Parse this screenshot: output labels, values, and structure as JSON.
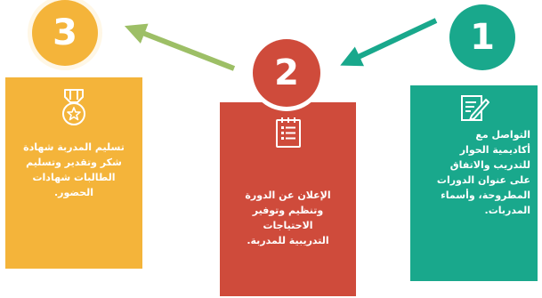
{
  "steps": [
    {
      "number": "1",
      "icon": "edit-document-icon",
      "color": "#19a88c",
      "text": "التواصل مع\nأكاديمية الحوار\nللتدريب والاتفاق\nعلى عنوان الدورات\nالمطروحة، وأسماء\nالمدربات."
    },
    {
      "number": "2",
      "icon": "list-document-icon",
      "color": "#cf4b3b",
      "text": "الإعلان عن الدورة\nوتنظيم وتوفير\nالاحتياجات\nالتدريبية للمدربة."
    },
    {
      "number": "3",
      "icon": "medal-icon",
      "color": "#f4b43a",
      "text": "تسليم المدربة شهادة\nشكر وتقدير وتسليم\nالطالبات شهادات\nالحضور."
    }
  ],
  "arrows": [
    {
      "from": "1",
      "to": "2",
      "color": "#19a88c"
    },
    {
      "from": "2",
      "to": "3",
      "color": "#9dbf66"
    }
  ]
}
